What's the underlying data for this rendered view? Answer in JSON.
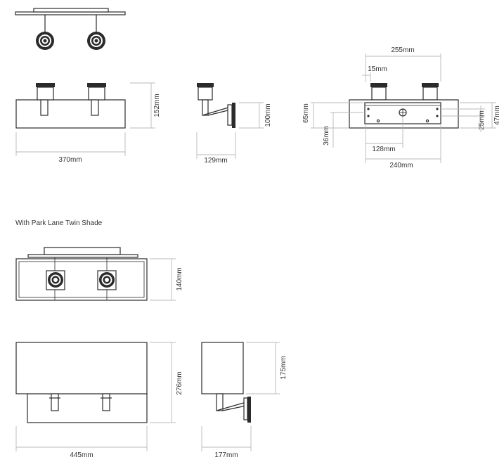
{
  "caption": "With Park Lane Twin Shade",
  "dimensions": {
    "top_width": "370mm",
    "top_height": "152mm",
    "side_depth": "129mm",
    "side_height": "100mm",
    "back_width": "255mm",
    "back_offset": "15mm",
    "back_height_65": "65mm",
    "back_height_36": "36mm",
    "back_spacing": "128mm",
    "back_plate": "240mm",
    "back_right_25": "25mm",
    "back_right_47": "47mm",
    "shade_top_height": "140mm",
    "shade_front_width": "445mm",
    "shade_front_height": "276mm",
    "shade_side_depth": "177mm",
    "shade_side_height": "175mm"
  }
}
